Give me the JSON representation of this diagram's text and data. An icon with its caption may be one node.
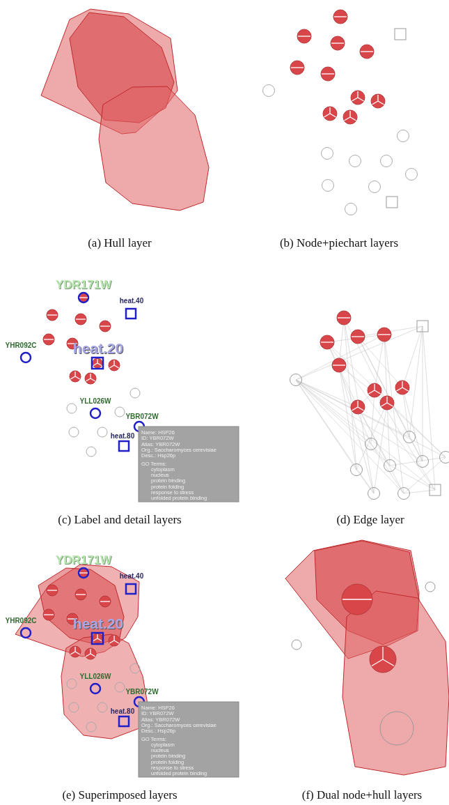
{
  "diagram": {
    "labels": [
      "(a) Hull layer",
      "(b) Node+piechart layers",
      "YDR171W",
      "heat.40",
      "YHR092C",
      "heat.20",
      "YLL026W",
      "YBR072W",
      "heat.80",
      "Name: HSP26",
      "ID: YBR072W",
      "Alias: YBR072W",
      "Org.: Saccharomyces cerevisiae",
      "Desc.: Hsp26p",
      "GO Terms:",
      "cytoplasm",
      "nucleus",
      "protein binding",
      "protein folding",
      "response to stress",
      "unfolded protein binding",
      "(c) Label and detail layers",
      "(d) Edge layer",
      "YDR171W",
      "heat.40",
      "YHR092C",
      "heat.20",
      "YLL026W",
      "YBR072W",
      "heat.80",
      "Name: HSP26",
      "ID: YBR072W",
      "Alias: YBR072W",
      "Org.: Saccharomyces cerevisiae",
      "Desc.: Hsp26p",
      "GO Terms:",
      "cytoplasm",
      "nucleus",
      "protein binding",
      "protein folding",
      "response to stress",
      "unfolded protein binding",
      "(e) Superimposed layers",
      "(f) Dual node+hull layers"
    ]
  }
}
